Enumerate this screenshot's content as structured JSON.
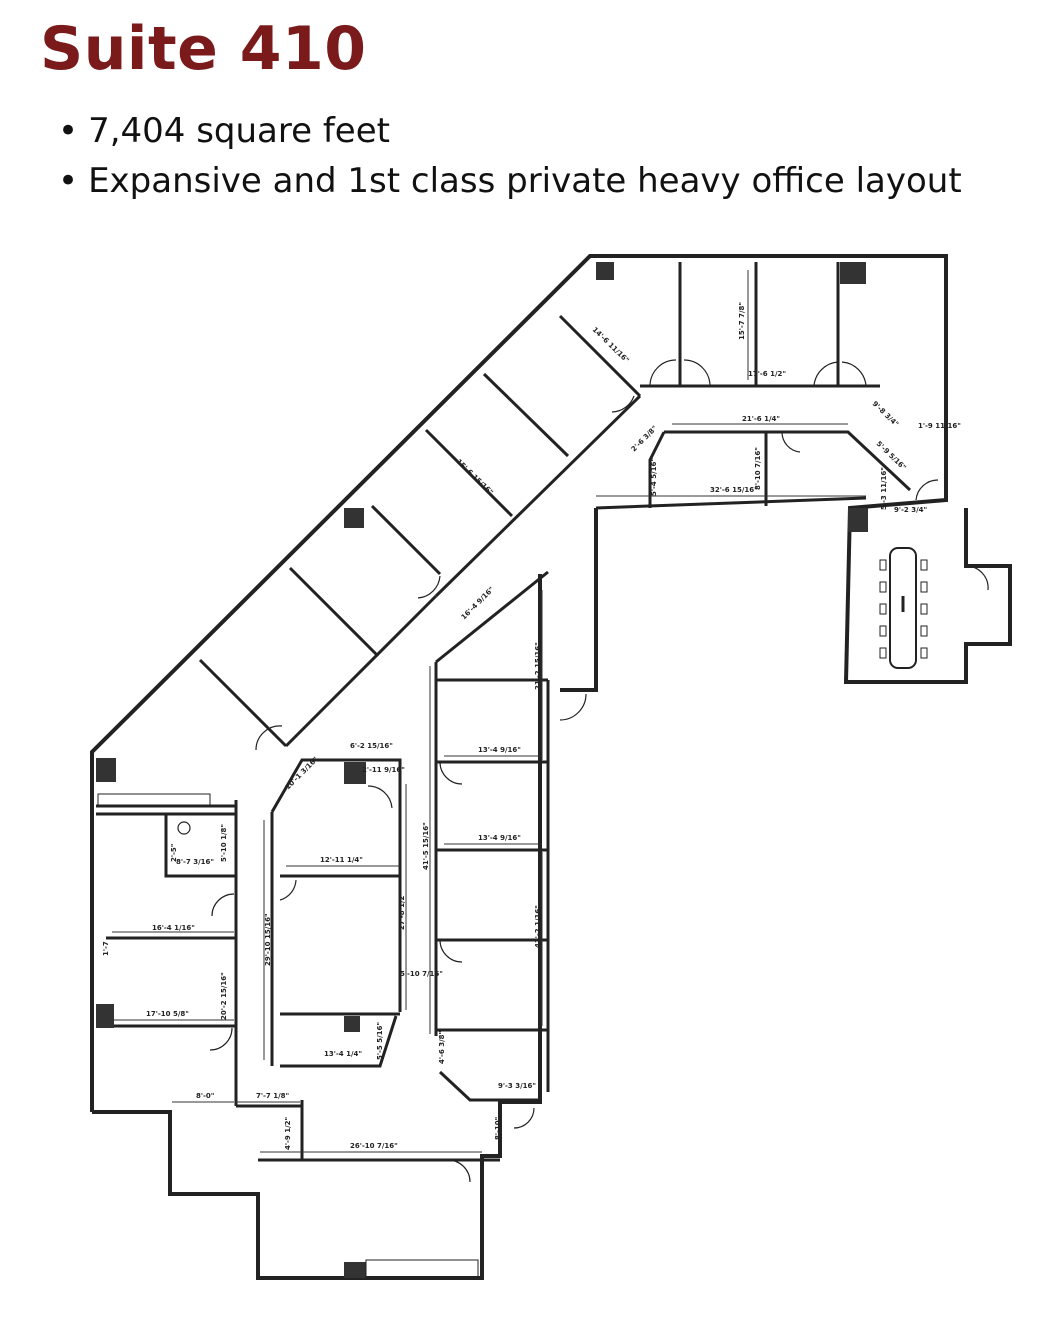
{
  "title": "Suite 410",
  "bullets": [
    "7,404 square feet",
    "Expansive and 1st class private heavy office layout"
  ],
  "colors": {
    "title": "#7a1a1a",
    "ink": "#222222"
  },
  "dimensions": [
    "14'-6 11/16\"",
    "15'-7 7/8\"",
    "17'-6 1/2\"",
    "21'-6 1/4\"",
    "9'-8 3/4\"",
    "1'-9 11/16\"",
    "5'-9 5/16\"",
    "2'-6 3/8\"",
    "5'-4 5/16\"",
    "8'-10 7/16\"",
    "32'-6 15/16\"",
    "5'-3 11/16\"",
    "9'-2 3/4\"",
    "15'-6 15/16\"",
    "16'-4 9/16\"",
    "21'-2 15/16\"",
    "13'-4 9/16\"",
    "13'-4 9/16\"",
    "41'-5 15/16\"",
    "41'-2 1/16\"",
    "6'-2 15/16\"",
    "2'-11 9/16\"",
    "10'-1 3/16\"",
    "12'-11 1/4\"",
    "27'-8 1/2\"",
    "29'-10 15/16\"",
    "5'-10 7/16\"",
    "5'-5 5/16\"",
    "13'-4 1/4\"",
    "4'-6 3/8\"",
    "9'-3 3/16\"",
    "16'-4 1/16\"",
    "17'-10 5/8\"",
    "20'-2 15/16\"",
    "8'-7 3/16\"",
    "8'-0\"",
    "7'-7 1/8\"",
    "4'-9 1/2\"",
    "26'-10 7/16\"",
    "8'-10\"",
    "2'-5\"",
    "5'-10 1/8\"",
    "1'-7"
  ]
}
